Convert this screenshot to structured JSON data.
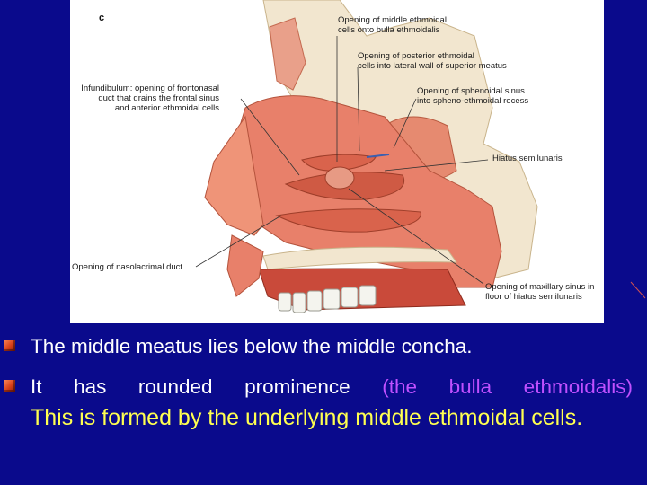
{
  "figure": {
    "panel_letter": "c",
    "labels": {
      "middle_ethmoidal": "Opening of middle ethmoidal\ncells onto bulla ethmoidalis",
      "posterior_ethmoidal": "Opening of posterior ethmoidal\ncells into lateral wall of superior meatus",
      "infundibulum": "Infundibulum: opening of frontonasal\nduct that drains the frontal sinus\nand anterior ethmoidal cells",
      "sphenoidal": "Opening of sphenoidal sinus\ninto spheno-ethmoidal recess",
      "hiatus": "Hiatus semilunaris",
      "nasolacrimal": "Opening of nasolacrimal duct",
      "maxillary": "Opening of maxillary sinus in\nfloor of hiatus semilunaris"
    },
    "colors": {
      "tissue": "#e8806a",
      "bone": "#f2e6cf",
      "mucosa": "#d9634c"
    }
  },
  "bullets": {
    "line1": "The middle meatus lies below the middle concha.",
    "line2_prefix": "It has rounded prominence ",
    "line2_highlight": "(the bulla ethmoidalis)",
    "line3": "This is formed by the underlying middle ethmoidal cells.",
    "colors": {
      "text": "#ffffff",
      "highlight": "#c050ff",
      "yellow": "#ffff50",
      "background": "#0a0a8c"
    }
  }
}
